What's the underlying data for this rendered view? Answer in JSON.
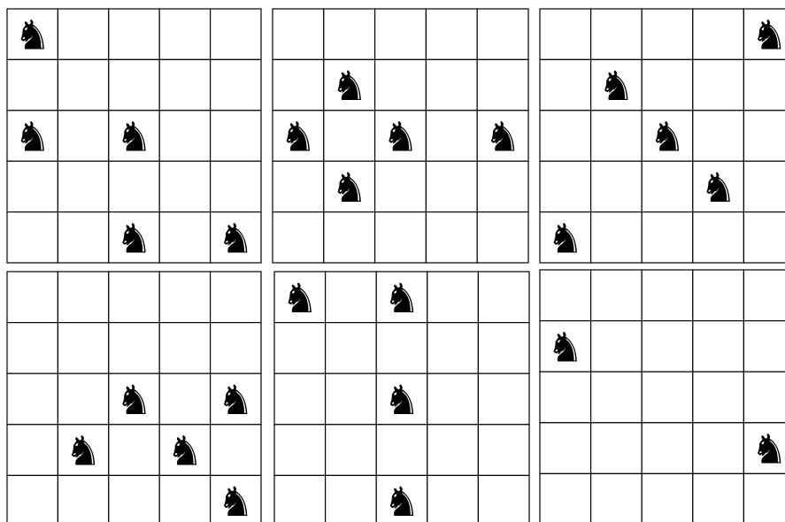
{
  "grid_size": 5,
  "piece": {
    "name": "black-knight",
    "symbol": "♞",
    "color": "#000000"
  },
  "line_color": "#000000",
  "background": "#ffffff",
  "boards": [
    {
      "id": 1,
      "knights": [
        [
          0,
          0
        ],
        [
          2,
          0
        ],
        [
          2,
          2
        ],
        [
          4,
          2
        ],
        [
          4,
          4
        ]
      ]
    },
    {
      "id": 2,
      "knights": [
        [
          1,
          1
        ],
        [
          2,
          0
        ],
        [
          2,
          2
        ],
        [
          2,
          4
        ],
        [
          3,
          1
        ]
      ]
    },
    {
      "id": 3,
      "knights": [
        [
          0,
          4
        ],
        [
          1,
          1
        ],
        [
          2,
          2
        ],
        [
          3,
          3
        ],
        [
          4,
          0
        ]
      ]
    },
    {
      "id": 4,
      "knights": [
        [
          2,
          2
        ],
        [
          2,
          4
        ],
        [
          3,
          1
        ],
        [
          3,
          3
        ],
        [
          4,
          4
        ]
      ]
    },
    {
      "id": 5,
      "knights": [
        [
          0,
          0
        ],
        [
          0,
          2
        ],
        [
          2,
          2
        ],
        [
          4,
          2
        ]
      ]
    },
    {
      "id": 6,
      "knights": [
        [
          1,
          0
        ],
        [
          3,
          4
        ]
      ]
    }
  ]
}
